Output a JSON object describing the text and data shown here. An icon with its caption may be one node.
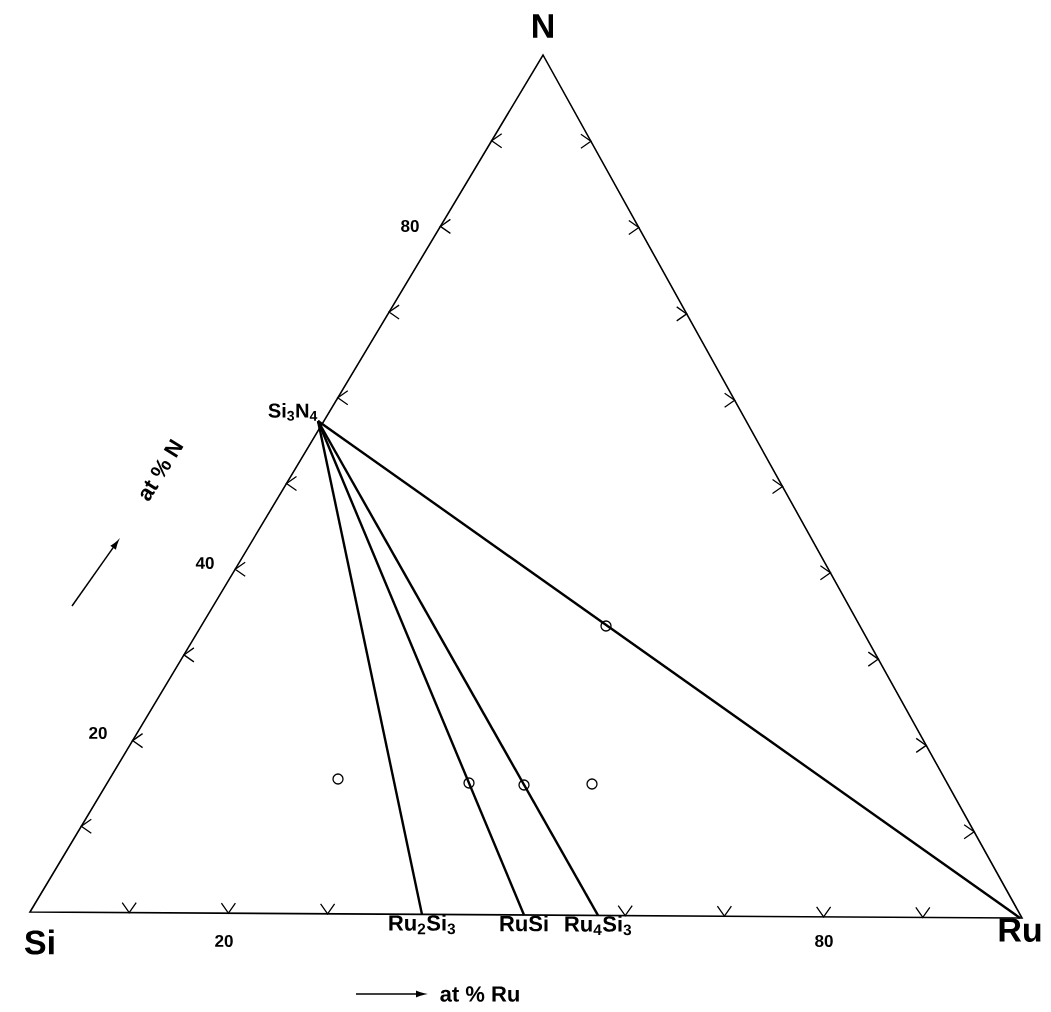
{
  "diagram": {
    "nodes": [
      {
        "text": [
          "N"
        ]
      },
      {
        "text": [
          "Si$_{3}$N$_{4}$"
        ]
      },
      {
        "text": [
          "Si"
        ]
      },
      {
        "text": [
          "Ru$_{2}$Si$_{3}$"
        ]
      },
      {
        "text": [
          "RuSi"
        ]
      },
      {
        "text": [
          "Ru$_{4}$Si$_{3}$"
        ]
      },
      {
        "text": [
          "Ru"
        ]
      }
    ],
    "edges": [
      {
        "from": 1,
        "to": 3,
        "arrow": "none"
      },
      {
        "from": 1,
        "to": 4,
        "arrow": "none"
      },
      {
        "from": 1,
        "to": 5,
        "arrow": "none"
      },
      {
        "from": 1,
        "to": 6,
        "arrow": "none"
      }
    ],
    "labels": [
      "80",
      "40",
      "20",
      "at % N",
      "20",
      "80",
      "at % Ru"
    ]
  }
}
